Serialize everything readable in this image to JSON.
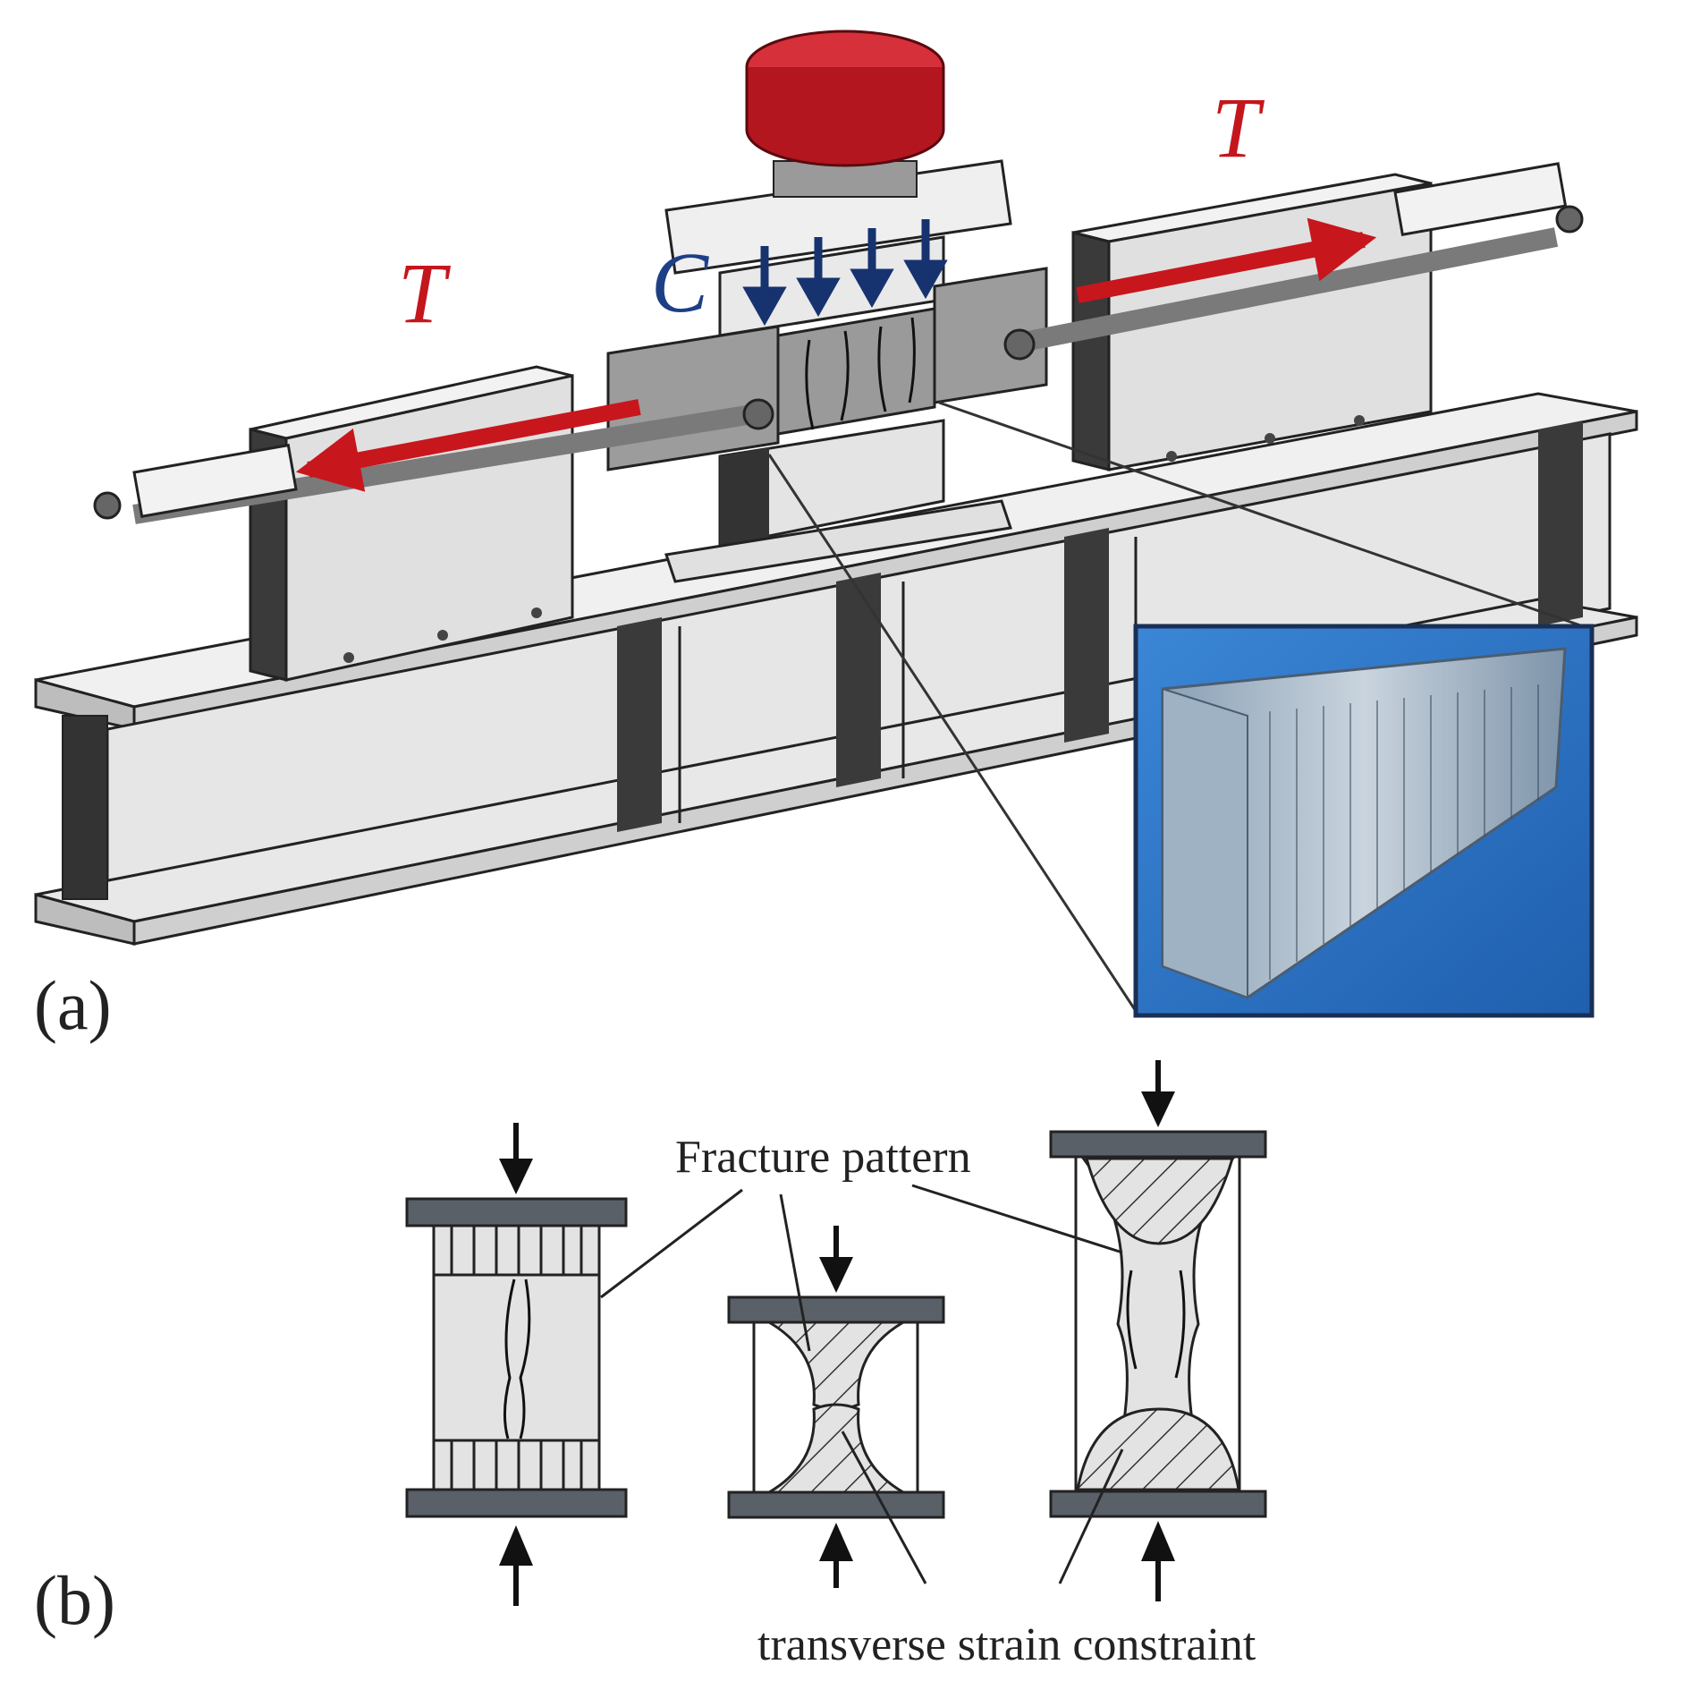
{
  "panel_a": {
    "tag": "(a)",
    "label_T_left": "T",
    "label_T_right": "T",
    "label_C": "C",
    "colors": {
      "tension": "#c8161d",
      "compression": "#16336f",
      "inset_bg": "#2f74c6",
      "steel": "#d9d9d9",
      "steel_dark": "#4a4a4a"
    }
  },
  "panel_b": {
    "tag": "(b)",
    "callout_top": "Fracture pattern",
    "callout_bottom": "transverse strain constraint",
    "colors": {
      "platen": "#5a6068",
      "specimen": "#e3e3e3"
    }
  }
}
